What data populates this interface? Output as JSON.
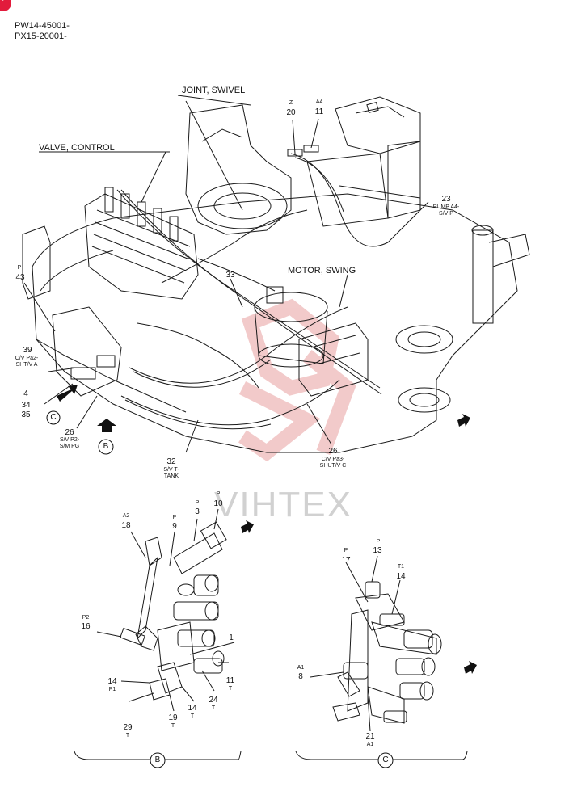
{
  "header": {
    "serial_line_1": "PW14-45001-",
    "serial_line_2": "PX15-20001-"
  },
  "watermark": "VIHTEX",
  "colors": {
    "line": "#1a1a1a",
    "watermark": "#e8a0a0",
    "badge": "#e21b3c"
  },
  "section_titles": {
    "joint_swivel": "JOINT, SWIVEL",
    "valve_control": "VALVE, CONTROL",
    "motor_swing": "MOTOR, SWING"
  },
  "views": {
    "b": "B",
    "c": "C"
  },
  "callouts": {
    "c20": {
      "num": "20",
      "code": "Z"
    },
    "c11": {
      "num": "11",
      "code": "A4"
    },
    "c23": {
      "num": "23",
      "desc1": "PUMP A4-",
      "desc2": "S/V P"
    },
    "c43": {
      "num": "43",
      "code": "P"
    },
    "c33": {
      "num": "33"
    },
    "c39": {
      "num": "39",
      "desc1": "C/V Pa2-",
      "desc2": "SHT/V A"
    },
    "c4": {
      "num1": "4",
      "num2": "34",
      "num3": "35"
    },
    "c26a": {
      "num": "26",
      "desc1": "S/V P2-",
      "desc2": "S/M PG"
    },
    "c32": {
      "num": "32",
      "desc1": "S/V T-",
      "desc2": "TANK"
    },
    "c26b": {
      "num": "26",
      "desc1": "C/V Pa3-",
      "desc2": "SHUT/V C"
    },
    "b18": {
      "num": "18",
      "code": "A2"
    },
    "b9": {
      "num": "9",
      "code": "P"
    },
    "b3": {
      "num": "3",
      "code": "P"
    },
    "b10": {
      "num": "10",
      "code": "P"
    },
    "b16": {
      "num": "16",
      "code": "P2"
    },
    "b1": {
      "num": "1"
    },
    "b14a": {
      "num": "14",
      "code": "P1"
    },
    "b11": {
      "num": "11",
      "code": "T"
    },
    "b24": {
      "num": "24",
      "code": "T"
    },
    "b14b": {
      "num": "14",
      "code": "T"
    },
    "b19": {
      "num": "19",
      "code": "T"
    },
    "b29": {
      "num": "29",
      "code": "T"
    },
    "c13": {
      "num": "13",
      "code": "P"
    },
    "c17": {
      "num": "17",
      "code": "P"
    },
    "c14": {
      "num": "14",
      "code": "T1"
    },
    "c8": {
      "num": "8",
      "code": "A1"
    },
    "c21": {
      "num": "21",
      "code": "A1"
    }
  }
}
